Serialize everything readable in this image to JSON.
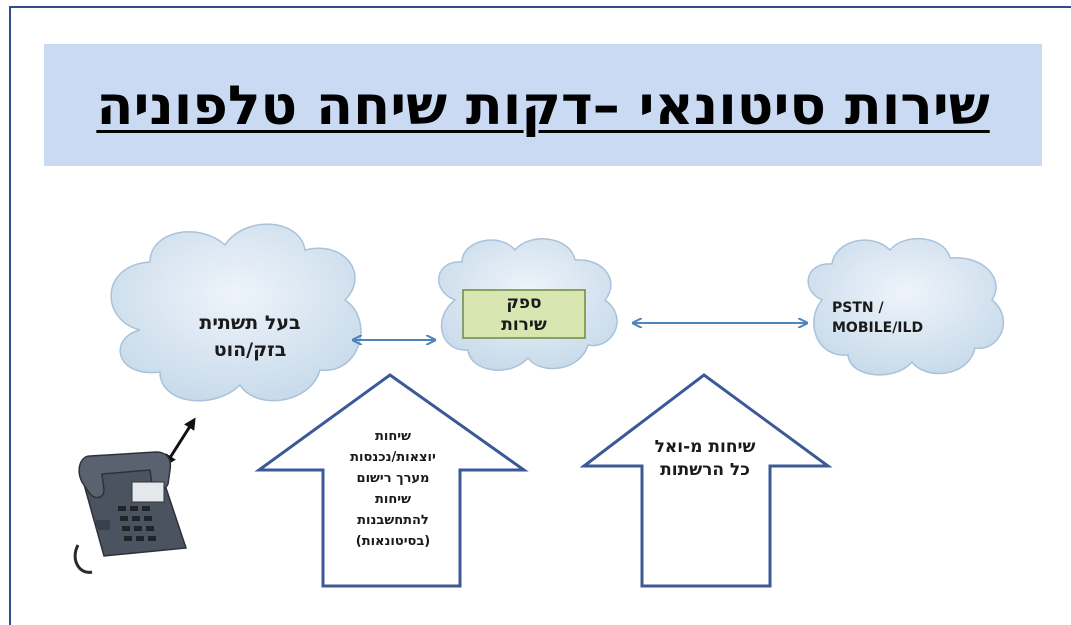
{
  "title": "שירות סיטונאי –דקות שיחה טלפוניה",
  "nodes": {
    "infrastructure_owner": [
      "בעל תשתית",
      "בזק/הוט"
    ],
    "service_provider": [
      "ספק",
      "שירות"
    ],
    "networks": [
      "PSTN /",
      "MOBILE/ILD"
    ]
  },
  "callouts": {
    "wholesale_services": [
      "שיחות",
      "יוצאות/נכנסות",
      "מערך רישום",
      "שיחות",
      "להתחשבנות",
      "(בסיטונאות)"
    ],
    "all_networks_calls": [
      "שיחות מ-ואל",
      "כל הרשתות"
    ]
  },
  "colors": {
    "frame": "#2e4f8c",
    "title_band": "#c9daf2",
    "cloud_fill": "#d4e4f1",
    "cloud_stroke": "#a9c2d9",
    "provider_box_fill": "#d8e7b2",
    "provider_box_stroke": "#6f8a3a",
    "connector_arrow": "#4f81bd",
    "block_arrow_stroke": "#3b5998"
  },
  "icons": [
    "telephone-icon"
  ]
}
